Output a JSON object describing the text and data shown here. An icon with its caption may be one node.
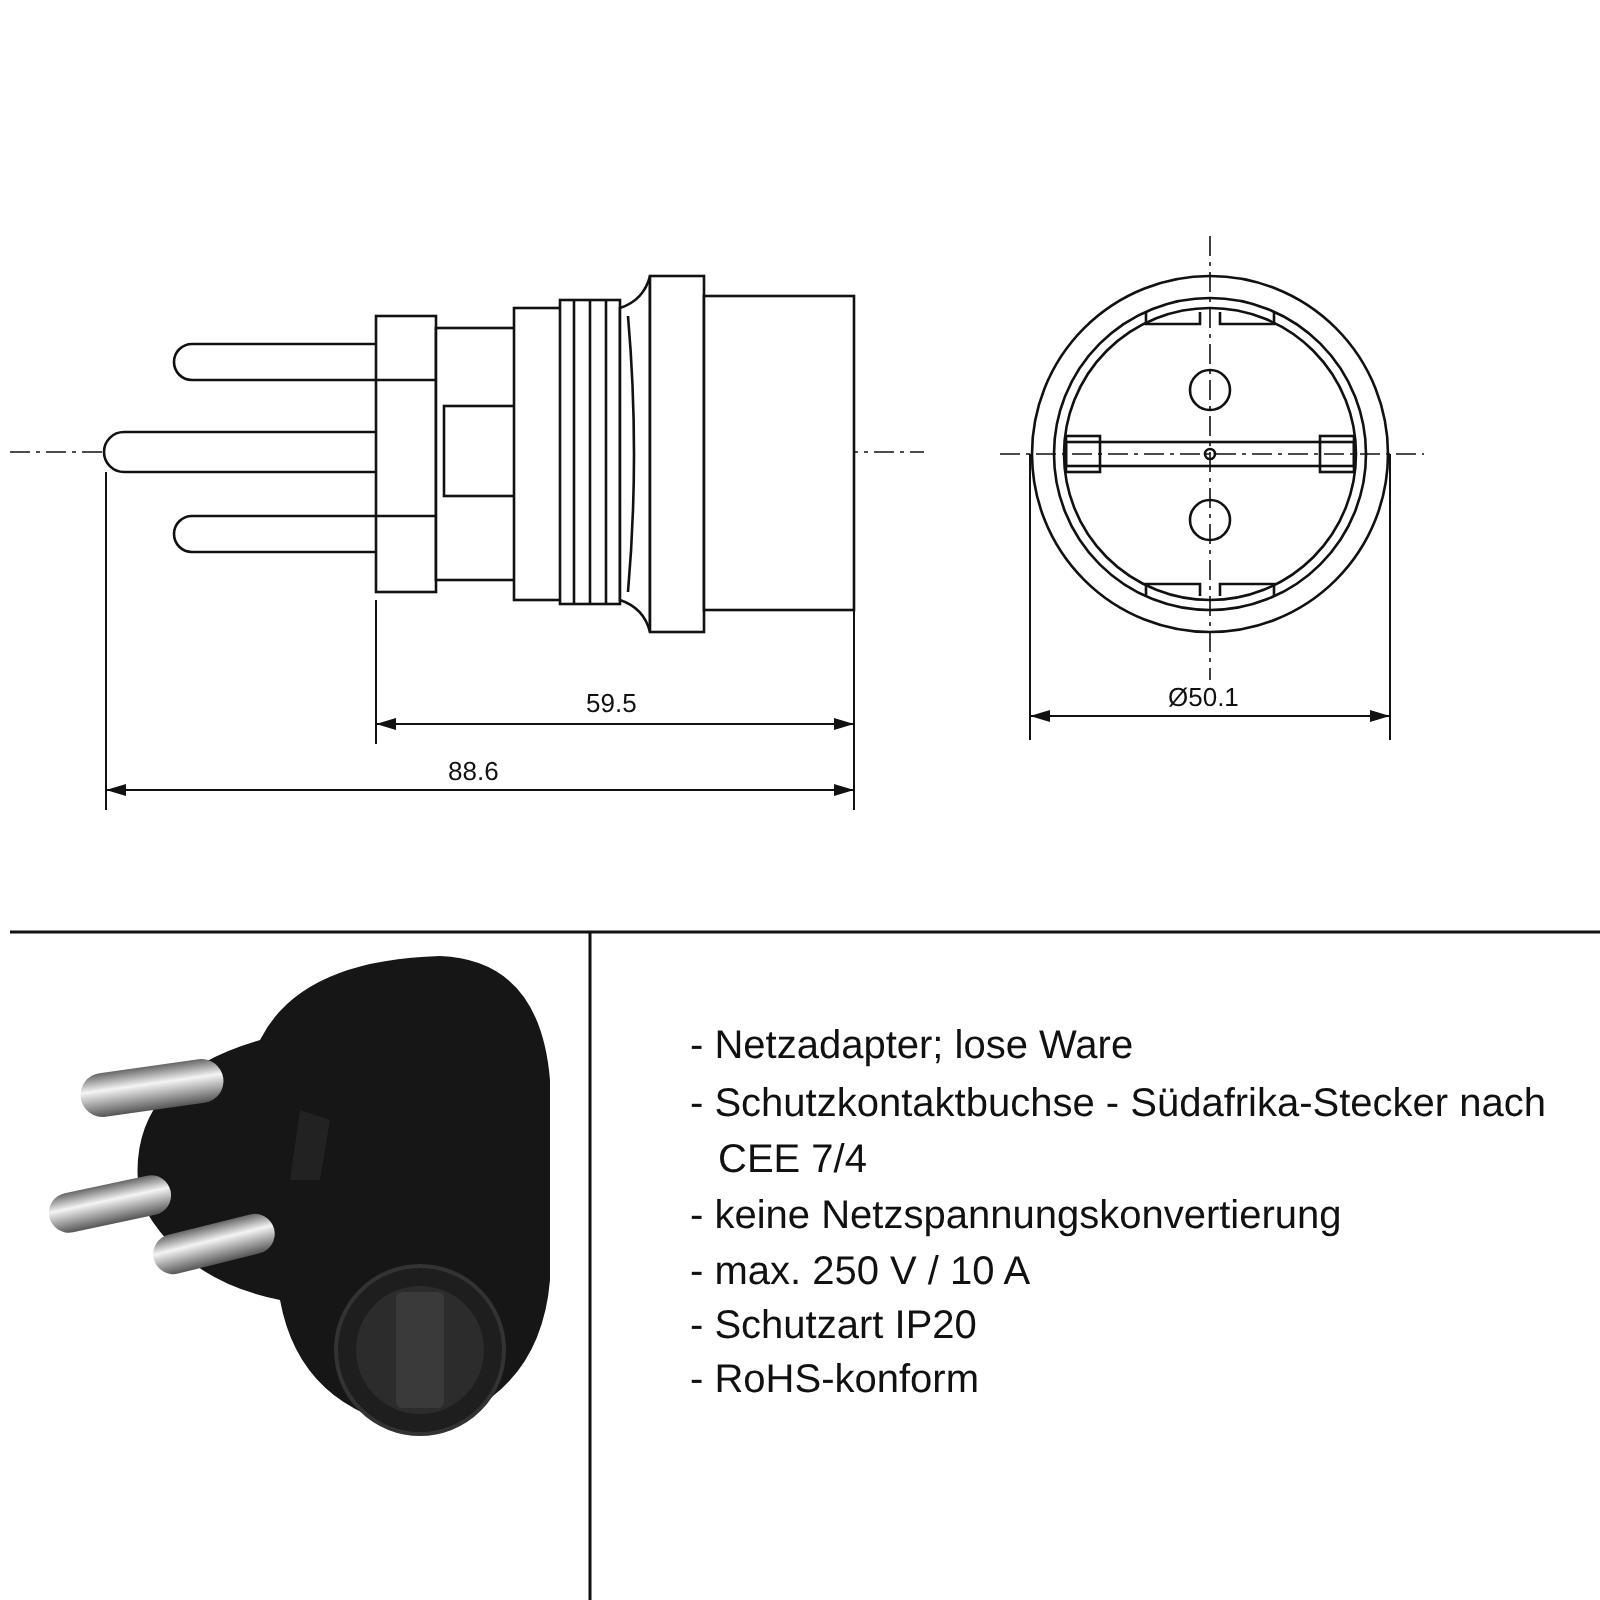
{
  "diagram": {
    "labels": [
      "59.5",
      "88.6",
      "Ø50.1",
      "- Netzadapter; lose Ware",
      "- Schutzkontaktbuchse - Südafrika-Stecker nach CEE 7/4",
      "- keine Netzspannungskonvertierung",
      "- max. 250 V / 10 A",
      "- Schutzart IP20",
      "- RoHS-konform"
    ]
  }
}
